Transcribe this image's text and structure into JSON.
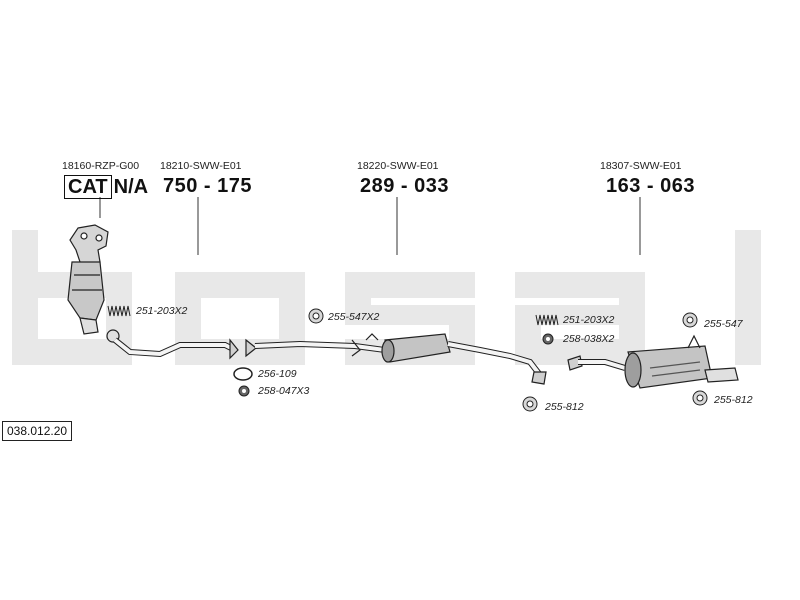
{
  "diagram_ref": "038.012.20",
  "colors": {
    "watermark": "#e6e6e6",
    "line": "#222222",
    "part_fill": "#bdbdbd"
  },
  "parts": [
    {
      "oem": "18160-RZP-G00",
      "cat_label": "CAT",
      "cat_value": "N/A"
    },
    {
      "oem": "18210-SWW-E01",
      "number": "750 - 175"
    },
    {
      "oem": "18220-SWW-E01",
      "number": "289 - 033"
    },
    {
      "oem": "18307-SWW-E01",
      "number": "163 - 063"
    }
  ],
  "accessories": {
    "spring_1": "251-203X2",
    "gasket_1": "256-109",
    "nut_1": "258-047X3",
    "hanger_1": "255-547X2",
    "spring_2": "251-203X2",
    "nut_2": "258-038X2",
    "hanger_2": "255-812",
    "hanger_3": "255-547",
    "hanger_4": "255-812"
  }
}
